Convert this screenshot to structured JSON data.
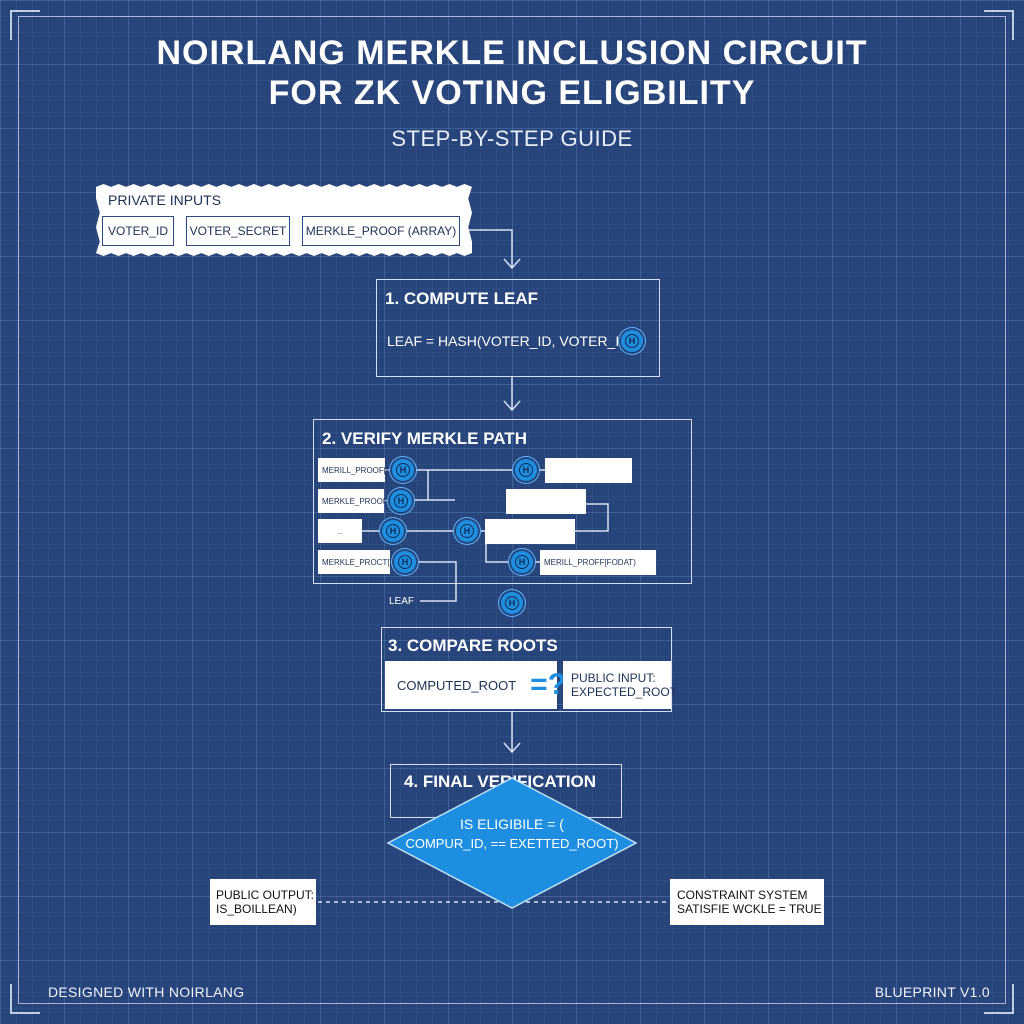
{
  "header": {
    "title_line1": "NOIRLANG MERKLE INCLUSION CIRCUIT",
    "title_line2": "FOR ZK VOTING ELIGBILITY",
    "subtitle": "STEP-BY-STEP GUIDE"
  },
  "private_inputs": {
    "label": "PRIVATE INPUTS",
    "items": [
      "VOTER_ID",
      "VOTER_SECRET",
      "MERKLE_PROOF (ARRAY)"
    ]
  },
  "step1": {
    "title": "1. COMPUTE LEAF",
    "formula": "LEAF = HASH(VOTER_ID, VOTER_ID)",
    "hash_glyph": "H"
  },
  "step2": {
    "title": "2. VERIFY MERKLE PATH",
    "left_labels": [
      "MERILL_PROOF[D",
      "MERKLE_PROOF[1)",
      "..",
      "MERKLE_PROCT[D)"
    ],
    "right_label": "MERILL_PROFF[FODAT)",
    "leaf_label": "LEAF"
  },
  "step3": {
    "title": "3. COMPARE ROOTS",
    "computed": "COMPUTED_ROOT",
    "operator": "=?",
    "public_input_line1": "PUBLIC INPUT:",
    "public_input_line2": "EXPECTED_ROOT"
  },
  "step4": {
    "title": "4. FINAL VERIFICATION",
    "line1": "IS ELIGIBILE = (",
    "line2": "COMPUR_ID, == EXETTED_ROOT)"
  },
  "public_output": {
    "line1": "PUBLIC OUTPUT:",
    "line2": "IS_BOILLEAN)"
  },
  "constraint": {
    "line1": "CONSTRAINT SYSTEM",
    "line2": "SATISFIE WCKLE = TRUE"
  },
  "footer": {
    "left": "DESIGNED WITH NOIRLANG",
    "right": "BLUEPRINT V1.0"
  },
  "colors": {
    "background": "#27457a",
    "accent": "#1e8fe0",
    "box_fill": "#ffffff"
  }
}
